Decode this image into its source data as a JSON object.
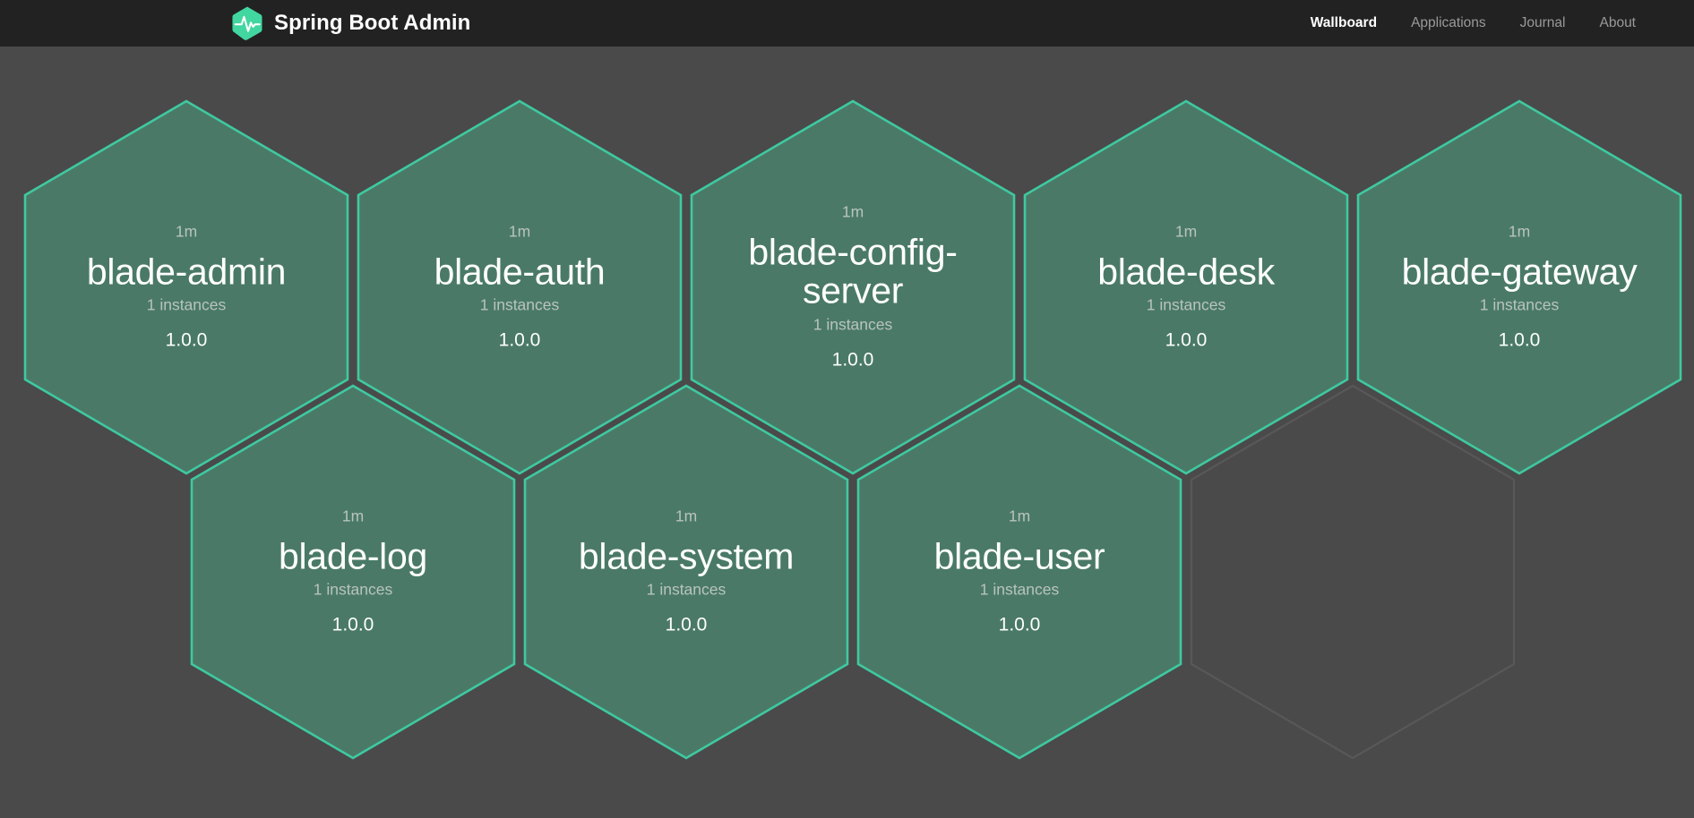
{
  "header": {
    "brand": {
      "title": "Spring Boot Admin",
      "logo_icon": "heartbeat-hexagon-icon",
      "logo_color": "#42d7a0"
    },
    "nav": [
      {
        "label": "Wallboard",
        "active": true
      },
      {
        "label": "Applications",
        "active": false
      },
      {
        "label": "Journal",
        "active": false
      },
      {
        "label": "About",
        "active": false
      }
    ]
  },
  "theme": {
    "background": "#4a4a4a",
    "header_background": "#222222",
    "hex_fill": "#4a7a67",
    "hex_border": "#3fc9a0",
    "empty_hex_border": "#585858",
    "text_primary": "#ffffff",
    "text_muted": "#b9c3bf",
    "nav_inactive": "#9a9a9a"
  },
  "wallboard": {
    "applications": [
      {
        "uptime": "1m",
        "name": "blade-admin",
        "instances": "1 instances",
        "version": "1.0.0",
        "status": "UP"
      },
      {
        "uptime": "1m",
        "name": "blade-auth",
        "instances": "1 instances",
        "version": "1.0.0",
        "status": "UP"
      },
      {
        "uptime": "1m",
        "name": "blade-config-server",
        "instances": "1 instances",
        "version": "1.0.0",
        "status": "UP"
      },
      {
        "uptime": "1m",
        "name": "blade-desk",
        "instances": "1 instances",
        "version": "1.0.0",
        "status": "UP"
      },
      {
        "uptime": "1m",
        "name": "blade-gateway",
        "instances": "1 instances",
        "version": "1.0.0",
        "status": "UP"
      },
      {
        "uptime": "1m",
        "name": "blade-log",
        "instances": "1 instances",
        "version": "1.0.0",
        "status": "UP"
      },
      {
        "uptime": "1m",
        "name": "blade-system",
        "instances": "1 instances",
        "version": "1.0.0",
        "status": "UP"
      },
      {
        "uptime": "1m",
        "name": "blade-user",
        "instances": "1 instances",
        "version": "1.0.0",
        "status": "UP"
      }
    ],
    "empty_slots": 1
  }
}
